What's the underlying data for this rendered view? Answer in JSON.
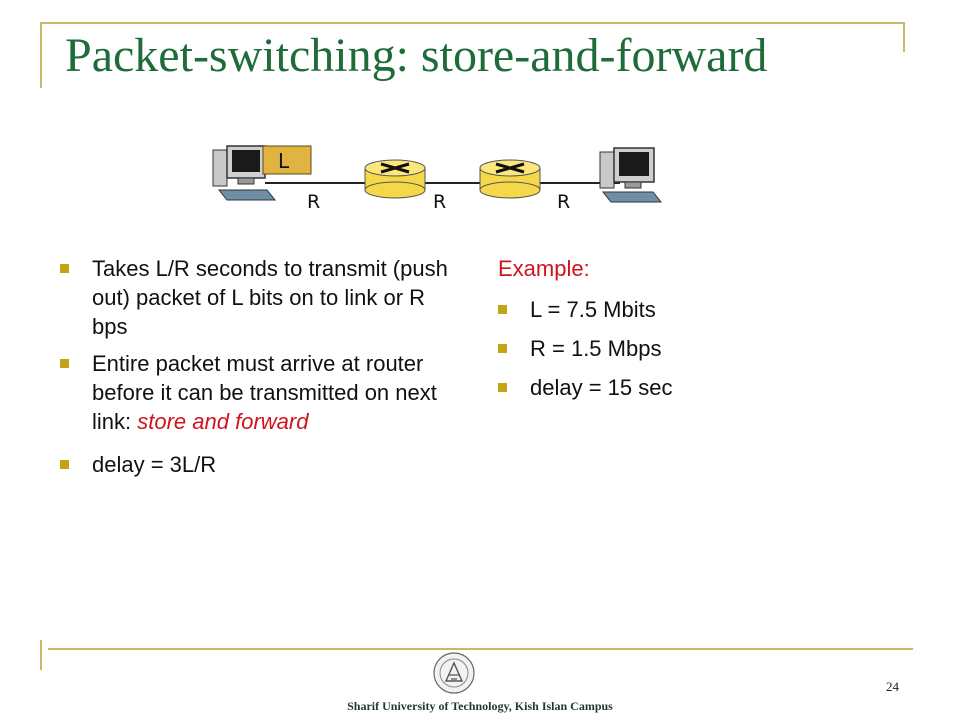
{
  "slide": {
    "title": "Packet-switching: store-and-forward",
    "page_number": "24",
    "footer": "Sharif University of Technology, Kish Islan Campus"
  },
  "diagram": {
    "packet_label": "L",
    "link_labels": [
      "R",
      "R",
      "R"
    ],
    "colors": {
      "router_fill": "#f4d84a",
      "packet_fill": "#e0b441",
      "link": "#222222"
    }
  },
  "left_bullets": [
    {
      "text": "Takes L/R seconds to transmit (push out) packet of L bits on to link or R bps"
    },
    {
      "text": "Entire packet must  arrive at router before it can be transmitted on next link: ",
      "emphasis": "store and forward"
    },
    {
      "text": "delay = 3L/R"
    }
  ],
  "example": {
    "heading": "Example:",
    "items": [
      "L = 7.5 Mbits",
      "R = 1.5 Mbps",
      "delay = 15 sec"
    ]
  },
  "colors": {
    "title": "#1f6b3a",
    "bullet": "#c4a416",
    "accent_red": "#d0141c",
    "frame": "#c9b76a"
  }
}
